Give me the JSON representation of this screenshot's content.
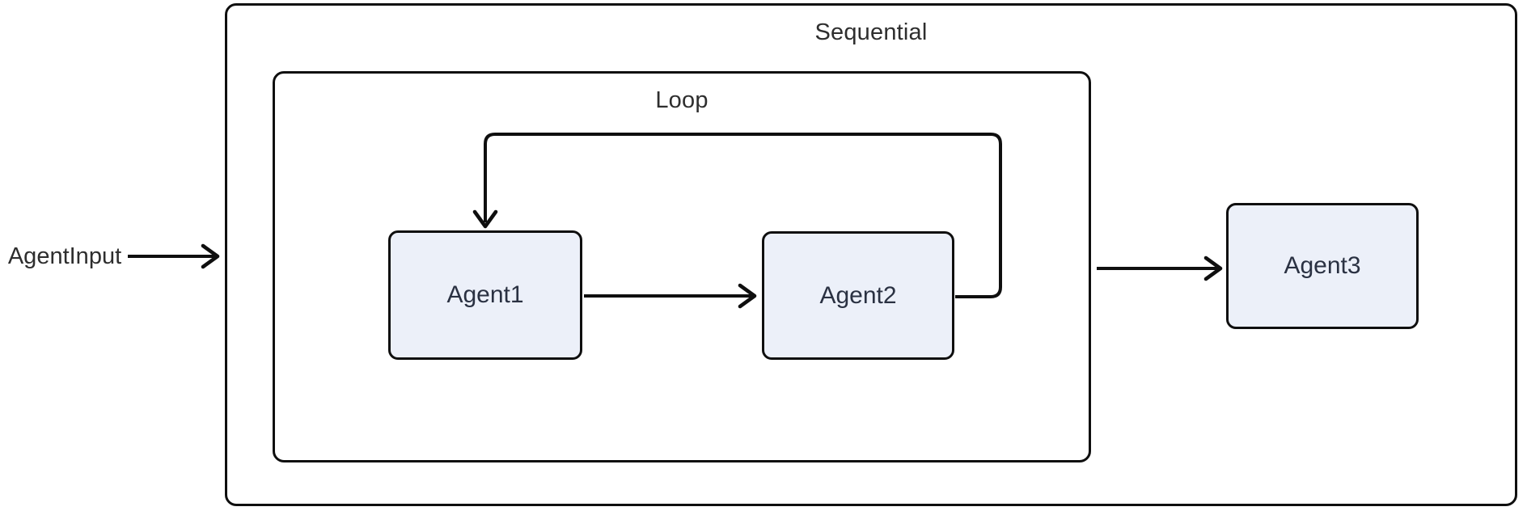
{
  "diagram": {
    "type": "flowchart",
    "outer_group": {
      "label": "Sequential"
    },
    "inner_group": {
      "label": "Loop"
    },
    "input_label": "AgentInput",
    "nodes": [
      {
        "id": "agent1",
        "label": "Agent1"
      },
      {
        "id": "agent2",
        "label": "Agent2"
      },
      {
        "id": "agent3",
        "label": "Agent3"
      }
    ],
    "edges": [
      {
        "from": "AgentInput",
        "to": "Sequential",
        "style": "straight-arrow"
      },
      {
        "from": "Agent1",
        "to": "Agent2",
        "style": "straight-arrow"
      },
      {
        "from": "Agent2",
        "to": "Agent1",
        "style": "loop-back-arrow"
      },
      {
        "from": "Loop",
        "to": "Agent3",
        "style": "straight-arrow"
      }
    ],
    "colors": {
      "background": "#ffffff",
      "node_fill": "#ECF0F9",
      "stroke": "#0f0f0f",
      "node_text": "#2A3142",
      "group_text": "#2e2e2e"
    }
  }
}
